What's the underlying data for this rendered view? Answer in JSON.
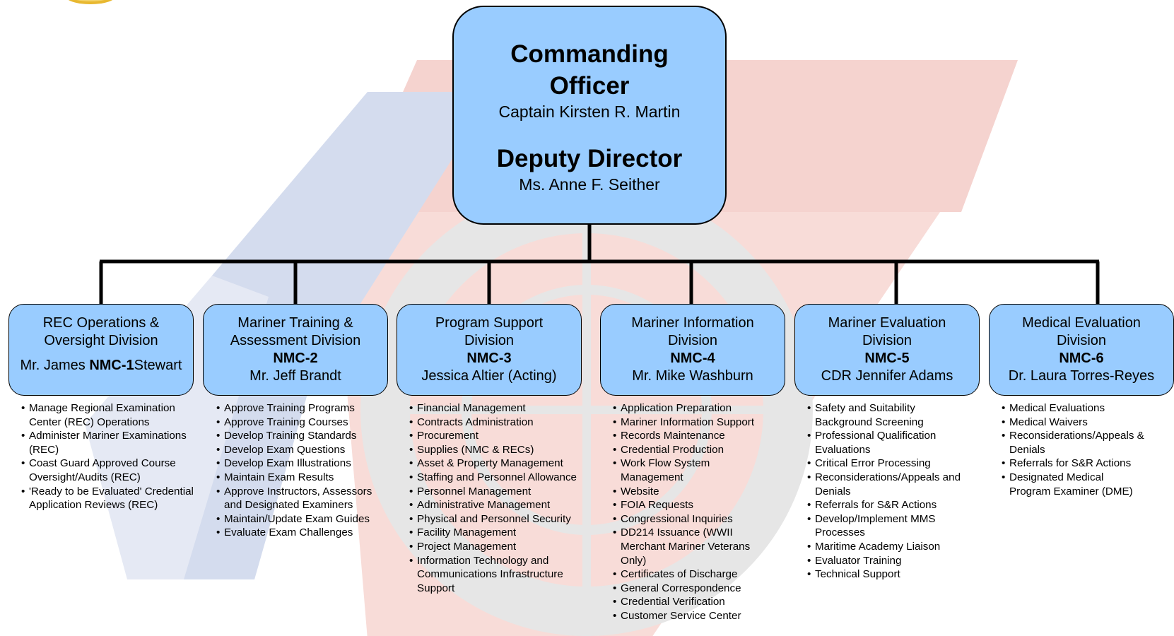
{
  "top": {
    "title1": "Commanding",
    "title2": "Officer",
    "name1": "Captain Kirsten R. Martin",
    "title3": "Deputy Director",
    "name2": "Ms. Anne F. Seither"
  },
  "colors": {
    "box_fill": "#99ccff",
    "connector": "#000000",
    "watermark_red": "#f3c6c2",
    "watermark_blue": "#c9d3ea",
    "watermark_gray": "#e4e4e4",
    "logo_gold": "#e8b830"
  },
  "divisions": [
    {
      "title_line1": "REC Operations &",
      "title_line2": "Oversight Division",
      "head_prefix": "Mr. James ",
      "code": "NMC-1",
      "head_suffix": "Stewart",
      "duties": [
        "Manage Regional Examination Center (REC) Operations",
        "Administer Mariner Examinations (REC)",
        "Coast Guard Approved Course Oversight/Audits (REC)",
        "'Ready to be Evaluated' Credential Application Reviews (REC)"
      ]
    },
    {
      "title_line1": "Mariner Training &",
      "title_line2": "Assessment Division",
      "code": "NMC-2",
      "head": "Mr. Jeff Brandt",
      "duties": [
        "Approve Training Programs",
        "Approve Training Courses",
        "Develop Training  Standards",
        "Develop Exam  Questions",
        "Develop Exam Illustrations",
        "Maintain Exam Results",
        "Approve Instructors, Assessors and Designated Examiners",
        "Maintain/Update Exam Guides",
        "Evaluate Exam Challenges"
      ]
    },
    {
      "title_line1": "Program Support",
      "title_line2": "Division",
      "code": "NMC-3",
      "head": "Jessica Altier (Acting)",
      "duties": [
        "Financial Management",
        "Contracts Administration",
        "Procurement",
        "Supplies (NMC & RECs)",
        "Asset & Property Management",
        "Staffing and Personnel Allowance",
        "Personnel Management",
        "Administrative Management",
        "Physical and Personnel Security",
        "Facility Management",
        "Project Management",
        "Information Technology and Communications Infrastructure Support"
      ]
    },
    {
      "title_line1": "Mariner Information",
      "title_line2": "Division",
      "code": "NMC-4",
      "head": "Mr. Mike Washburn",
      "duties": [
        "Application Preparation",
        "Mariner Information Support",
        "Records Maintenance",
        "Credential Production",
        "Work Flow System Management",
        "Website",
        "FOIA Requests",
        "Congressional Inquiries",
        "DD214 Issuance (WWII Merchant  Mariner Veterans Only)",
        "Certificates of Discharge",
        "General Correspondence",
        "Credential Verification",
        "Customer Service Center"
      ]
    },
    {
      "title_line1": "Mariner Evaluation",
      "title_line2": "Division",
      "code": "NMC-5",
      "head": "CDR Jennifer Adams",
      "duties": [
        "Safety and Suitability Background Screening",
        "Professional Qualification Evaluations",
        "Critical Error Processing",
        "Reconsiderations/Appeals and Denials",
        "Referrals for S&R Actions",
        "Develop/Implement MMS Processes",
        "Maritime Academy Liaison",
        "Evaluator Training",
        "Technical Support"
      ]
    },
    {
      "title_line1": "Medical Evaluation",
      "title_line2": "Division",
      "code": "NMC-6",
      "head": "Dr. Laura Torres-Reyes",
      "duties": [
        "Medical Evaluations",
        "Medical Waivers",
        "Reconsiderations/Appeals & Denials",
        "Referrals for S&R Actions",
        "Designated Medical Program Examiner (DME)"
      ]
    }
  ]
}
